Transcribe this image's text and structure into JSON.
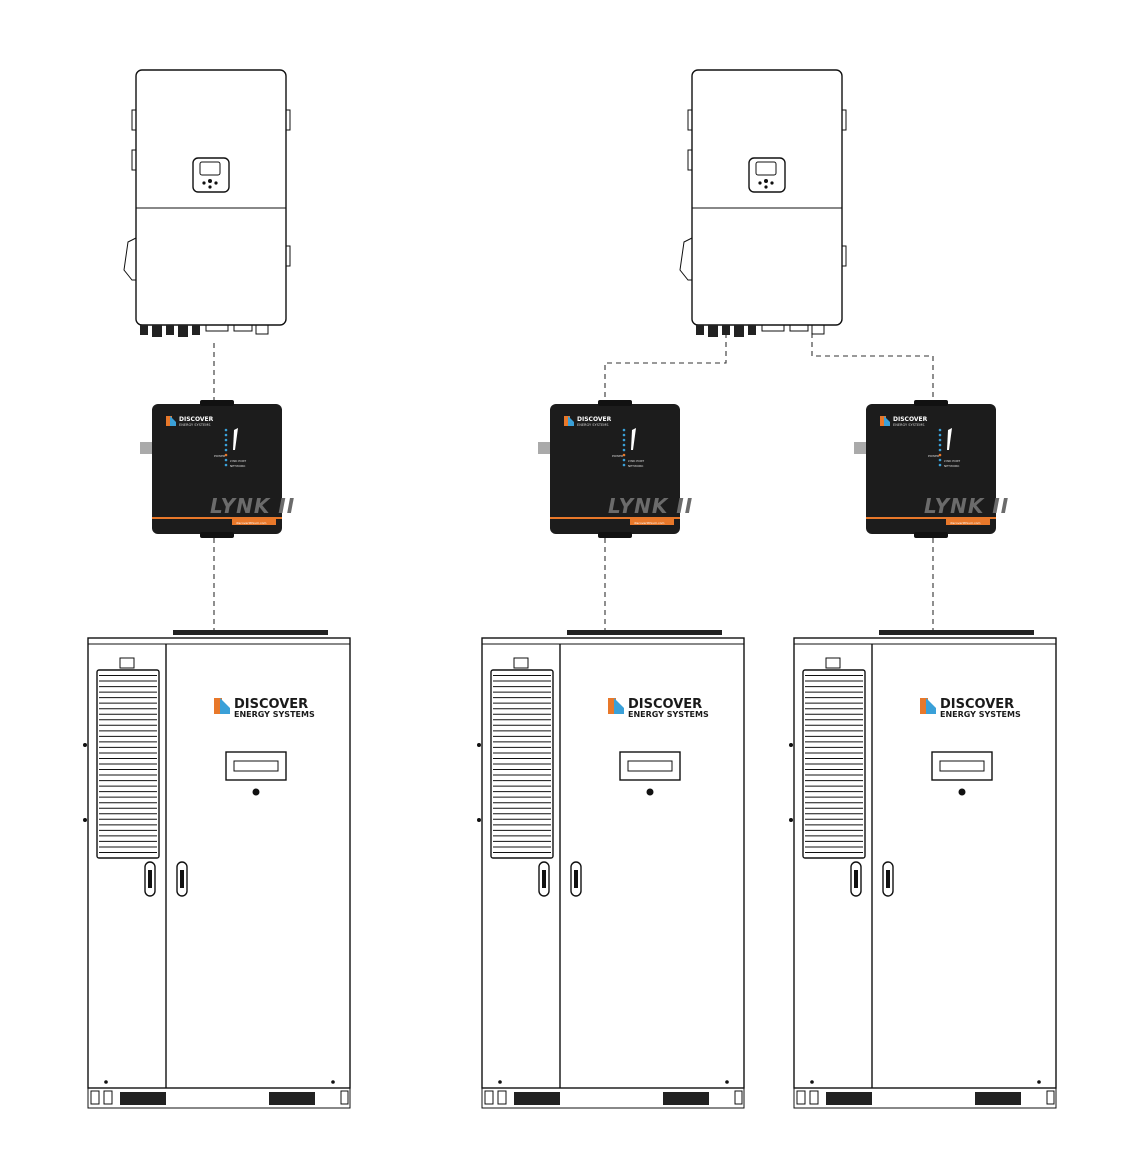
{
  "inverters": [
    {
      "id": "inverter-1"
    },
    {
      "id": "inverter-2"
    }
  ],
  "lynk_gateways": [
    {
      "title": "LYNK II",
      "brand": "DISCOVER",
      "brand_sub": "ENERGY SYSTEMS",
      "url": "discoverlithium.com",
      "led_labels": [
        "POWER",
        "LYNK PORT",
        "NETWORK"
      ]
    },
    {
      "title": "LYNK II",
      "brand": "DISCOVER",
      "brand_sub": "ENERGY SYSTEMS",
      "url": "discoverlithium.com",
      "led_labels": [
        "POWER",
        "LYNK PORT",
        "NETWORK"
      ]
    },
    {
      "title": "LYNK II",
      "brand": "DISCOVER",
      "brand_sub": "ENERGY SYSTEMS",
      "url": "discoverlithium.com",
      "led_labels": [
        "POWER",
        "LYNK PORT",
        "NETWORK"
      ]
    }
  ],
  "battery_cabinets": [
    {
      "brand": "DISCOVER",
      "brand_sub": "ENERGY SYSTEMS"
    },
    {
      "brand": "DISCOVER",
      "brand_sub": "ENERGY SYSTEMS"
    },
    {
      "brand": "DISCOVER",
      "brand_sub": "ENERGY SYSTEMS"
    }
  ],
  "colors": {
    "accent_orange": "#e8782a",
    "accent_blue": "#3aa0d8",
    "device_dark": "#1c1c1c",
    "line": "#111111"
  },
  "icons": [
    "inverter-display-icon",
    "discover-logo-icon",
    "led-indicator-icon",
    "cabinet-lock-icon"
  ]
}
